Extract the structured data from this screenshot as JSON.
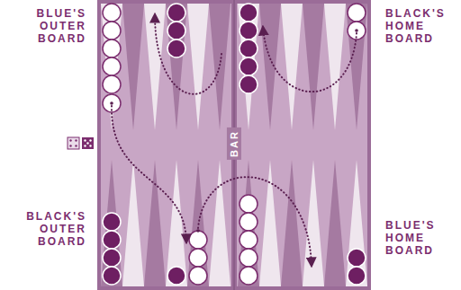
{
  "diagram": {
    "labels": [
      "BLUE'S OUTER BOARD",
      "BLACK'S HOME BOARD",
      "BAR",
      "BLACK'S OUTER BOARD",
      "BLUE'S HOME BOARD"
    ]
  }
}
